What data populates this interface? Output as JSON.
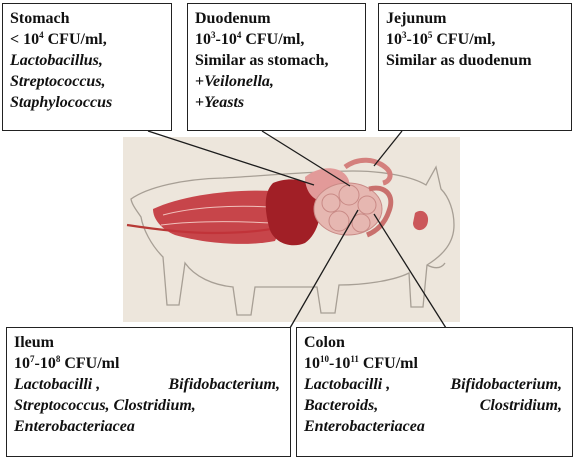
{
  "stomach": {
    "title": "Stomach",
    "count_prefix": "< 10",
    "count_exp": "4",
    "count_suffix": " CFU/ml,",
    "bacteria": [
      "Lactobacillus,",
      "Streptococcus,",
      "Staphylococcus"
    ]
  },
  "duodenum": {
    "title": "Duodenum",
    "count_a": "10",
    "count_a_exp": "3",
    "count_b": "-10",
    "count_b_exp": "4",
    "count_suffix": " CFU/ml,",
    "note": "Similar as stomach,",
    "extra1_plus": "+",
    "extra1": "Veilonella,",
    "extra2_plus": "+",
    "extra2": "Yeasts"
  },
  "jejunum": {
    "title": "Jejunum",
    "count_a": "10",
    "count_a_exp": "3",
    "count_b": "-10",
    "count_b_exp": "5",
    "count_suffix": " CFU/ml,",
    "note": "Similar as duodenum"
  },
  "ileum": {
    "title": "Ileum",
    "count_a": "10",
    "count_a_exp": "7",
    "count_b": "-10",
    "count_b_exp": "8",
    "count_suffix": " CFU/ml",
    "row1": [
      "Lactobacilli ,",
      "Bifidobacterium,"
    ],
    "row2": "Streptococcus, Clostridium,",
    "row3": "Enterobacteriacea"
  },
  "colon": {
    "title": "Colon",
    "count_a": "10",
    "count_a_exp": "10",
    "count_b": "-10",
    "count_b_exp": "11",
    "count_suffix": " CFU/ml",
    "row1": [
      "Lactobacilli ,",
      "Bifidobacterium,"
    ],
    "row2": [
      "Bacteroids,",
      "Clostridium,"
    ],
    "row3": "Enterobacteriacea"
  },
  "colors": {
    "pig_outline": "#a79f95",
    "background_wash": "#ede6dc",
    "muscle_red": "#c2333a",
    "intestine_pink": "#e6b7b1",
    "line": "#1c1c1c"
  }
}
